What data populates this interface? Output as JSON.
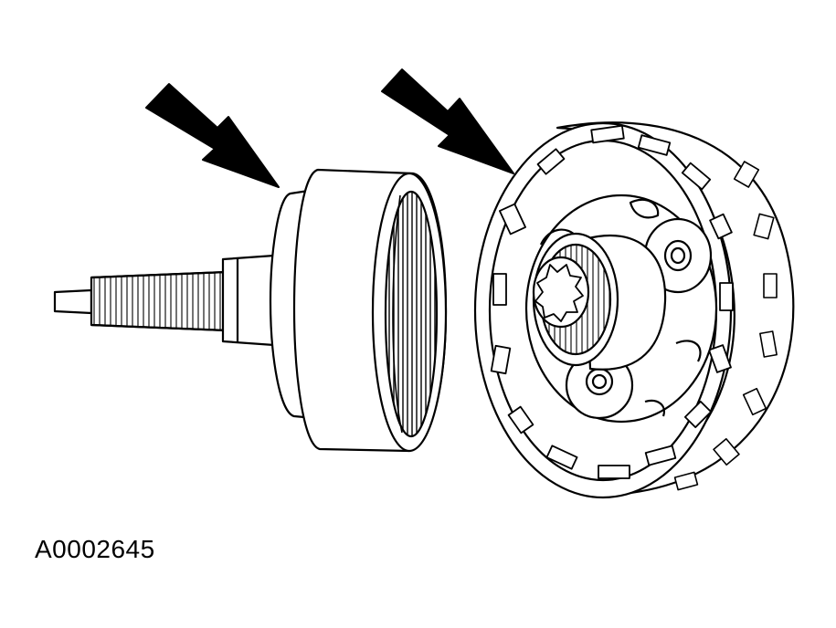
{
  "figure": {
    "reference_code": "A0002645",
    "ink_color": "#000000",
    "paper_color": "#ffffff"
  },
  "callouts": [
    {
      "name": "arrow-left",
      "points_to": "input-shell-and-sun-gear"
    },
    {
      "name": "arrow-right",
      "points_to": "planetary-carrier-ring"
    }
  ]
}
